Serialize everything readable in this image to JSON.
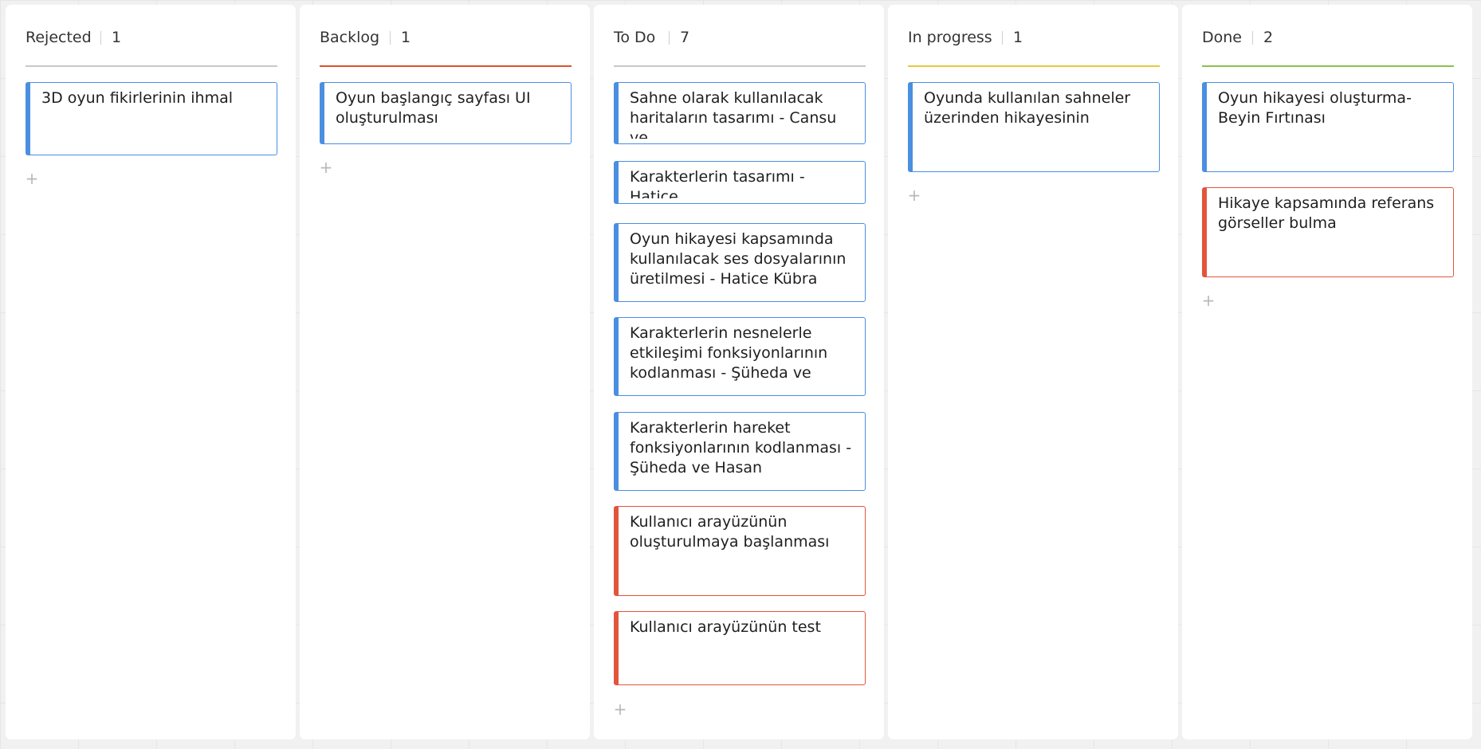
{
  "colors": {
    "card_blue": "#4a8fe0",
    "card_red": "#e2553b",
    "rejected_line": "#c8c8c8",
    "backlog_line": "#d9542f",
    "todo_line": "#c8c8c8",
    "in_progress_line": "#e8c93a",
    "done_line": "#8cc152"
  },
  "add_icon": "+",
  "columns": [
    {
      "title": "Rejected",
      "count": "1",
      "cards": [
        {
          "text": "3D oyun fikirlerinin ihmal",
          "color": "blue"
        }
      ]
    },
    {
      "title": "Backlog",
      "count": "1",
      "cards": [
        {
          "text": "Oyun başlangıç sayfası UI oluşturulması",
          "color": "blue"
        }
      ]
    },
    {
      "title": "To Do",
      "count": "7",
      "cards": [
        {
          "text": "Sahne olarak kullanılacak haritaların tasarımı - Cansu ve",
          "color": "blue"
        },
        {
          "text": "Karakterlerin tasarımı - Hatice",
          "color": "blue"
        },
        {
          "text": "Oyun hikayesi kapsamında kullanılacak ses dosyalarının üretilmesi - Hatice Kübra",
          "color": "blue"
        },
        {
          "text": "Karakterlerin nesnelerle etkileşimi fonksiyonlarının kodlanması - Şüheda ve",
          "color": "blue"
        },
        {
          "text": "Karakterlerin hareket fonksiyonlarının kodlanması - Şüheda ve Hasan",
          "color": "blue"
        },
        {
          "text": "Kullanıcı arayüzünün oluşturulmaya başlanması",
          "color": "red"
        },
        {
          "text": "Kullanıcı arayüzünün test",
          "color": "red"
        }
      ]
    },
    {
      "title": "In progress",
      "count": "1",
      "cards": [
        {
          "text": "Oyunda kullanılan sahneler üzerinden hikayesinin",
          "color": "blue"
        }
      ]
    },
    {
      "title": "Done",
      "count": "2",
      "cards": [
        {
          "text": "Oyun hikayesi oluşturma- Beyin Fırtınası",
          "color": "blue"
        },
        {
          "text": "Hikaye kapsamında referans görseller bulma",
          "color": "red"
        }
      ]
    }
  ]
}
